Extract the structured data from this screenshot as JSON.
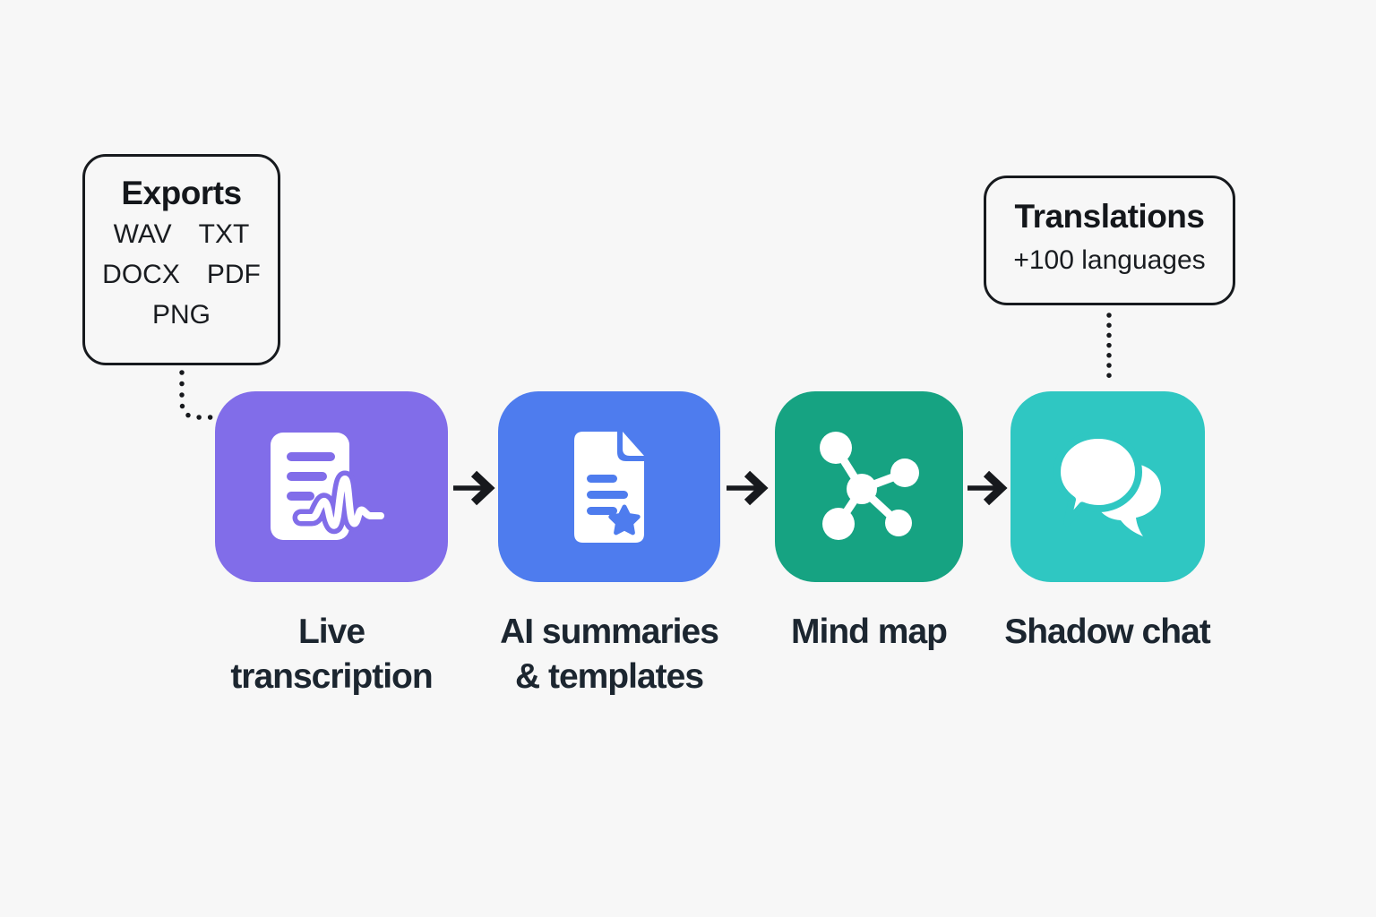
{
  "page": {
    "background": "#f7f7f7",
    "text_color": "#1c2630",
    "line_color": "#17191d"
  },
  "callouts": {
    "exports": {
      "title": "Exports",
      "formats": [
        "WAV",
        "TXT",
        "DOCX",
        "PDF",
        "PNG"
      ]
    },
    "translations": {
      "title": "Translations",
      "subtitle": "+100 languages"
    }
  },
  "steps": [
    {
      "name": "live-transcription",
      "icon": "document-waveform-icon",
      "color": "#816de9",
      "lines": [
        "Live",
        "transcription"
      ]
    },
    {
      "name": "ai-summaries",
      "icon": "document-star-icon",
      "color": "#4e7cee",
      "lines": [
        "AI summaries",
        "& templates"
      ]
    },
    {
      "name": "mind-map",
      "icon": "mind-map-icon",
      "color": "#16a382",
      "lines": [
        "Mind map"
      ]
    },
    {
      "name": "shadow-chat",
      "icon": "chat-bubbles-icon",
      "color": "#2fc7c2",
      "lines": [
        "Shadow chat"
      ]
    }
  ]
}
